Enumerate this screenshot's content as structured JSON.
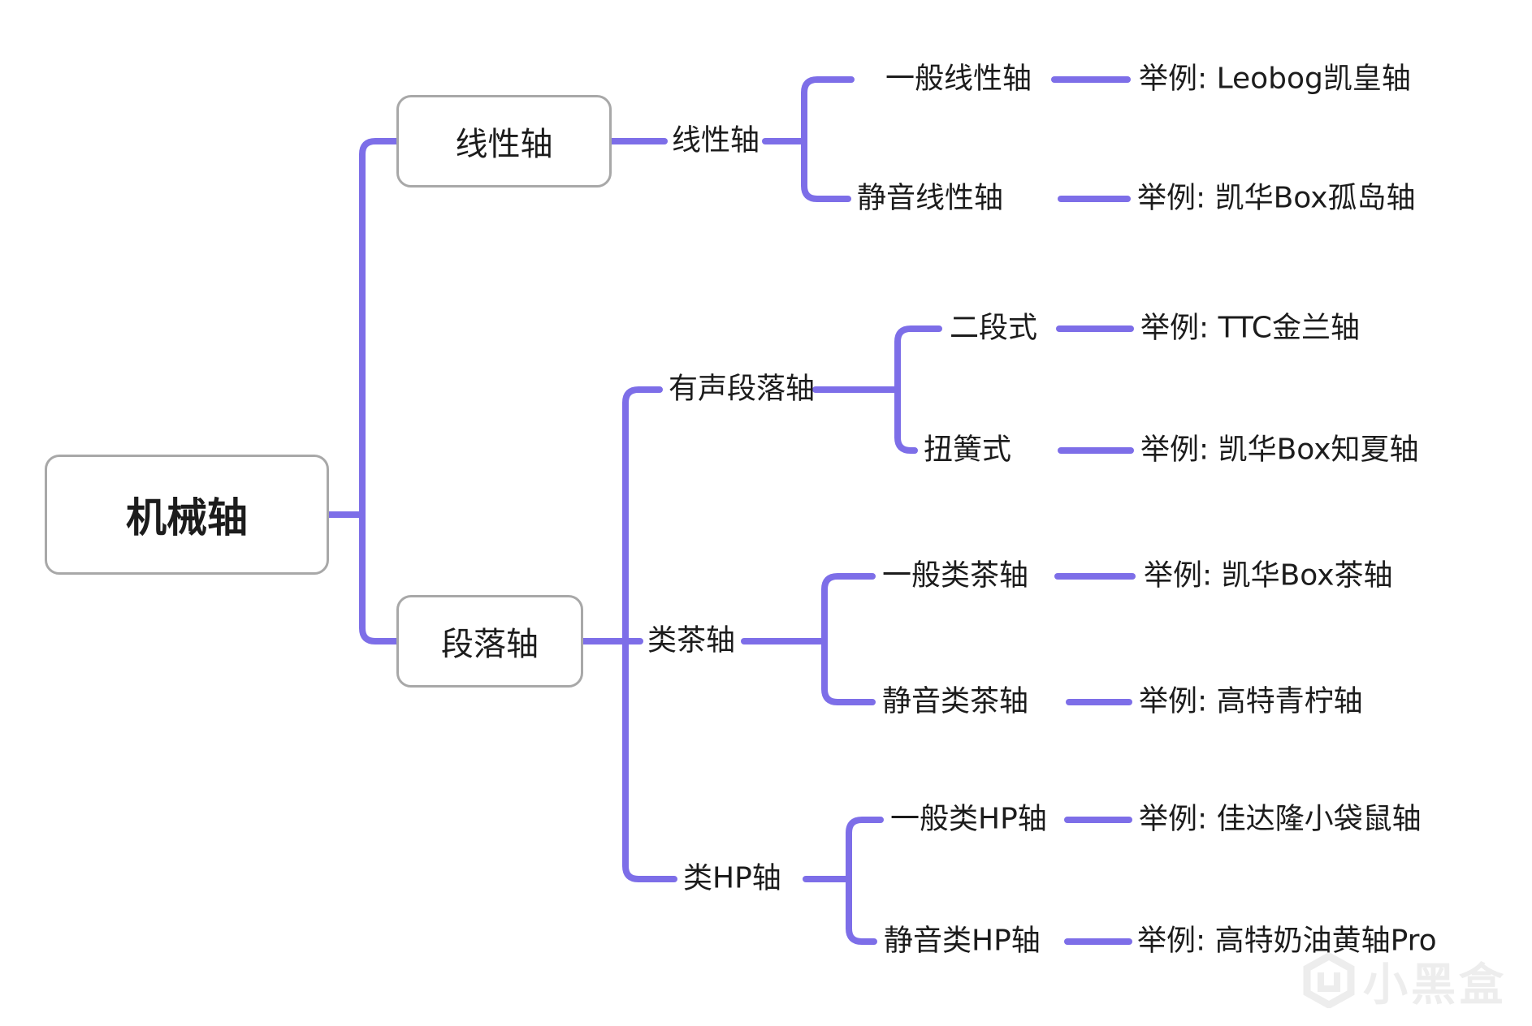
{
  "colors": {
    "connector": "#7d6ee8",
    "box_border": "#a8a8a8",
    "text": "#1c1c1c",
    "watermark": "#ededed"
  },
  "tree": {
    "root": {
      "label": "机械轴"
    },
    "branches": [
      {
        "label": "线性轴",
        "children": [
          {
            "label": "线性轴",
            "children": [
              {
                "label": "一般线性轴",
                "example": "举例: Leobog凯皇轴"
              },
              {
                "label": "静音线性轴",
                "example": "举例: 凯华Box孤岛轴"
              }
            ]
          }
        ]
      },
      {
        "label": "段落轴",
        "children": [
          {
            "label": "有声段落轴",
            "children": [
              {
                "label": "二段式",
                "example": "举例: TTC金兰轴"
              },
              {
                "label": "扭簧式",
                "example": "举例: 凯华Box知夏轴"
              }
            ]
          },
          {
            "label": "类茶轴",
            "children": [
              {
                "label": "一般类茶轴",
                "example": "举例: 凯华Box茶轴"
              },
              {
                "label": "静音类茶轴",
                "example": "举例: 高特青柠轴"
              }
            ]
          },
          {
            "label": "类HP轴",
            "children": [
              {
                "label": "一般类HP轴",
                "example": "举例: 佳达隆小袋鼠轴"
              },
              {
                "label": "静音类HP轴",
                "example": "举例: 高特奶油黄轴Pro"
              }
            ]
          }
        ]
      }
    ]
  },
  "watermark": {
    "text": "小黑盒"
  }
}
